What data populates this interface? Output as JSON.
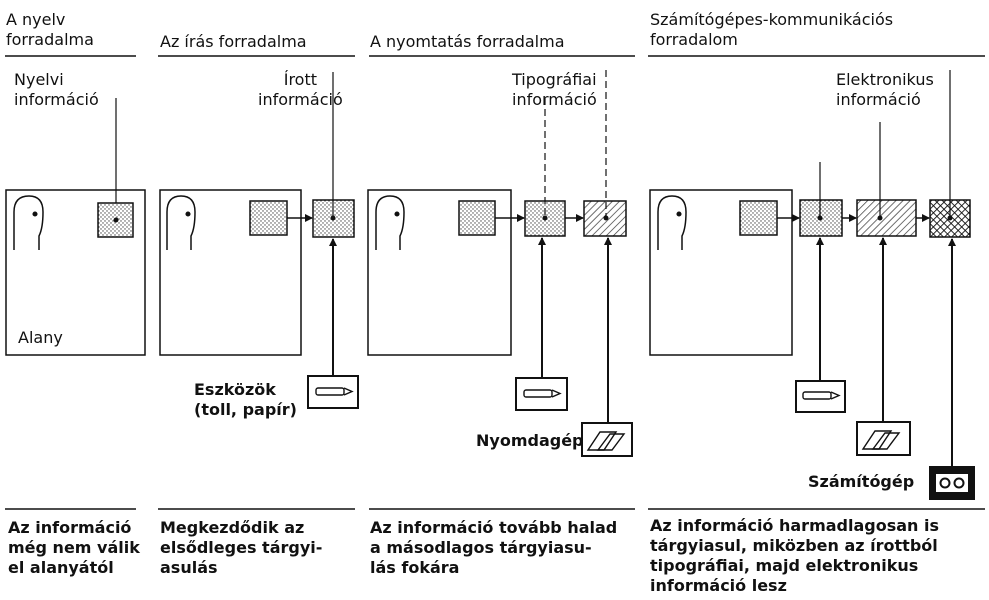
{
  "headers": [
    "A nyelv\nforradalma",
    "Az írás forradalma",
    "A nyomtatás forradalma",
    "Számítógépes-kommunikációs\nforradalom"
  ],
  "info_labels": [
    "Nyelvi\ninformáció",
    "Írott\ninformáció",
    "Tipográfiai\ninformáció",
    "Elektronikus\ninformáció"
  ],
  "subject_label": "Alany",
  "tool_labels": {
    "tools": "Eszközök\n(toll, papír)",
    "press": "Nyomdagép",
    "computer": "Számítógép"
  },
  "captions": [
    "Az információ\nmég nem válik\nel alanyától",
    "Megkezdődik az\nelsődleges tárgyi-\nasulás",
    "Az információ tovább halad\na másodlagos tárgyiasu-\nlás fokára",
    "Az információ harmadlagosan is\ntárgyiasul, miközben az írottból\ntipográfiai, majd elektronikus\ninformáció lesz"
  ]
}
